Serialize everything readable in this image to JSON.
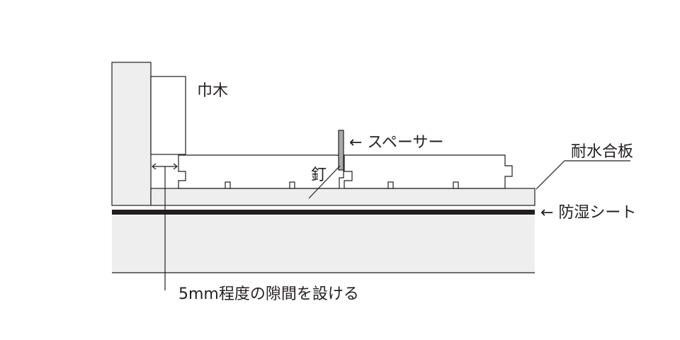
{
  "labels": {
    "baseboard": "巾木",
    "spacer": "← スペーサー",
    "plywood": "耐水合板",
    "nail": "釘",
    "moisture_sheet": "← 防湿シート",
    "gap_note": "5mm程度の隙間を設ける"
  },
  "colors": {
    "stroke": "#231f20",
    "panel_fill": "#eeeeee",
    "spacer_fill": "#a7a9ac",
    "sheet": "#231f20",
    "background": "#ffffff"
  }
}
